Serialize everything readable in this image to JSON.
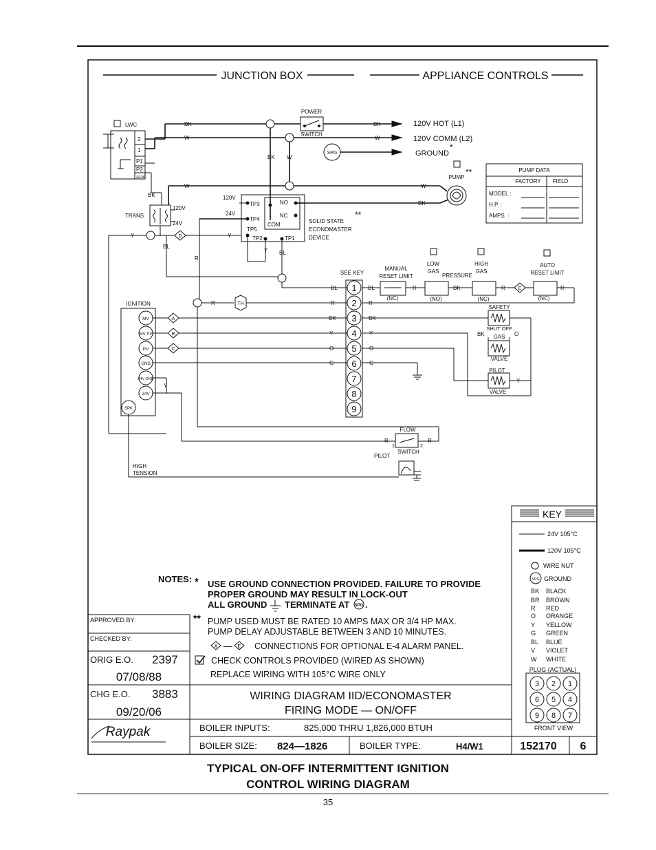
{
  "headers": {
    "junction_box": "JUNCTION BOX",
    "appliance_controls": "APPLIANCE CONTROLS"
  },
  "lwc": {
    "label": "LWC",
    "t1": "2",
    "t2": "1",
    "t3": "P1",
    "t4": "P2",
    "alm": "ALM"
  },
  "power_switch": {
    "top": "POWER",
    "bottom": "SWITCH"
  },
  "supply": {
    "hot": "120V HOT   (L1)",
    "comm": "120V COMM   (L2)",
    "ground": "GROUND",
    "ground_mark": "*",
    "spg": "SPG"
  },
  "pump": {
    "label": "PUMP",
    "mark": "**"
  },
  "pump_data": {
    "title": "PUMP DATA",
    "col_factory": "FACTORY",
    "col_field": "FIELD",
    "rows": [
      "MODEL :",
      "H.P.  :",
      "AMPS.  :"
    ]
  },
  "transformer": {
    "label": "TRANS",
    "v120": "120V",
    "v24": "24V"
  },
  "econ": {
    "v120": "120V",
    "v24": "24V",
    "tp3": "TP3",
    "tp4": "TP4",
    "tp5": "TP5",
    "tp2": "TP2",
    "tp1": "TP1",
    "no": "NO",
    "nc": "NC",
    "com": "COM",
    "desc": [
      "SOLID STATE",
      "ECONOMASTER",
      "DEVICE"
    ],
    "mark": "**"
  },
  "wires": {
    "bk": "BK",
    "w": "W",
    "y": "Y",
    "bl": "BL",
    "r": "R",
    "o": "O",
    "g": "G",
    "d": "D",
    "th": "TH"
  },
  "see_key": "SEE KEY",
  "limits": {
    "manual": [
      "MANUAL",
      "RESET LIMIT"
    ],
    "low_gas": [
      "LOW",
      "GAS"
    ],
    "pressure": "PRESSURE",
    "high_gas": [
      "HIGH",
      "GAS"
    ],
    "auto": [
      "AUTO",
      "RESET LIMIT"
    ],
    "nc": "(NC)",
    "no": "(NO)",
    "e": "E"
  },
  "ignition": {
    "title": "IGNITION",
    "terminals": [
      "MV",
      "MV PV",
      "PV",
      "GND",
      "24V GND",
      "24V"
    ],
    "spk": "SPK",
    "alarm": [
      "A",
      "B",
      "C"
    ]
  },
  "plug_pins": [
    "1",
    "2",
    "3",
    "4",
    "5",
    "6",
    "7",
    "8",
    "9"
  ],
  "gas_valve": {
    "safety": "SAFETY",
    "shut_off": "SHUT OFF",
    "gas": "GAS",
    "valve": "VALVE",
    "pilot": "PILOT"
  },
  "flow_switch": {
    "top": "FLOW",
    "bottom": "SWITCH",
    "p1": "1",
    "p2": "2"
  },
  "pilot": "PILOT",
  "high_tension": [
    "HIGH",
    "TENSION"
  ],
  "key": {
    "title": "KEY",
    "v24": "24V 105°C",
    "v120": "120V 105°C",
    "wire_nut": "WIRE NUT",
    "ground": "GROUND",
    "spg": "SPG",
    "colors": [
      {
        "code": "BK",
        "name": "BLACK"
      },
      {
        "code": "BR",
        "name": "BROWN"
      },
      {
        "code": "R",
        "name": "RED"
      },
      {
        "code": "O",
        "name": "ORANGE"
      },
      {
        "code": "Y",
        "name": "YELLOW"
      },
      {
        "code": "G",
        "name": "GREEN"
      },
      {
        "code": "BL",
        "name": "BLUE"
      },
      {
        "code": "V",
        "name": "VIOLET"
      },
      {
        "code": "W",
        "name": "WHITE"
      }
    ],
    "plug_title": "PLUG (ACTUAL)",
    "plug_rows": [
      [
        "3",
        "2",
        "1"
      ],
      [
        "6",
        "5",
        "4"
      ],
      [
        "9",
        "8",
        "7"
      ]
    ],
    "front_view": "FRONT VIEW"
  },
  "notes": {
    "title": "NOTES:",
    "star1": "*",
    "line1": "USE GROUND CONNECTION PROVIDED. FAILURE TO PROVIDE",
    "line2": "PROPER GROUND MAY RESULT IN LOCK-OUT",
    "line3a": "ALL GROUND",
    "line3b": "TERMINATE AT",
    "line3c": ".",
    "star2": "**",
    "line4": "PUMP USED MUST BE RATED 10 AMPS MAX OR 3/4 HP MAX.",
    "line5": "PUMP DELAY ADJUSTABLE BETWEEN 3 AND 10 MINUTES.",
    "line6a": "A",
    "line6b": "—",
    "line6c": "E",
    "line6d": "CONNECTIONS FOR OPTIONAL E-4 ALARM PANEL.",
    "line7": "CHECK CONTROLS PROVIDED (WIRED AS SHOWN)",
    "line8": "REPLACE WIRING WITH 105°C WIRE ONLY"
  },
  "title_block": {
    "approved": "APPROVED BY:",
    "checked": "CHECKED BY:",
    "orig_label": "ORIG E.O.",
    "orig_num": "2397",
    "orig_date": "07/08/88",
    "chg_label": "CHG E.O.",
    "chg_num": "3883",
    "chg_date": "09/20/06",
    "title1": "WIRING DIAGRAM IID/ECONOMASTER",
    "title2": "FIRING MODE — ON/OFF",
    "brand": "Raypak",
    "inputs_label": "BOILER INPUTS:",
    "inputs_value": "825,000  THRU 1,826,000  BTUH",
    "size_label": "BOILER SIZE:",
    "size_value": "824—1826",
    "type_label": "BOILER TYPE:",
    "type_value": "H4/W1",
    "drawing_no": "152170",
    "revision": "6"
  },
  "caption": {
    "line1": "TYPICAL ON-OFF INTERMITTENT IGNITION",
    "line2": "CONTROL WIRING DIAGRAM"
  },
  "page_number": "35"
}
